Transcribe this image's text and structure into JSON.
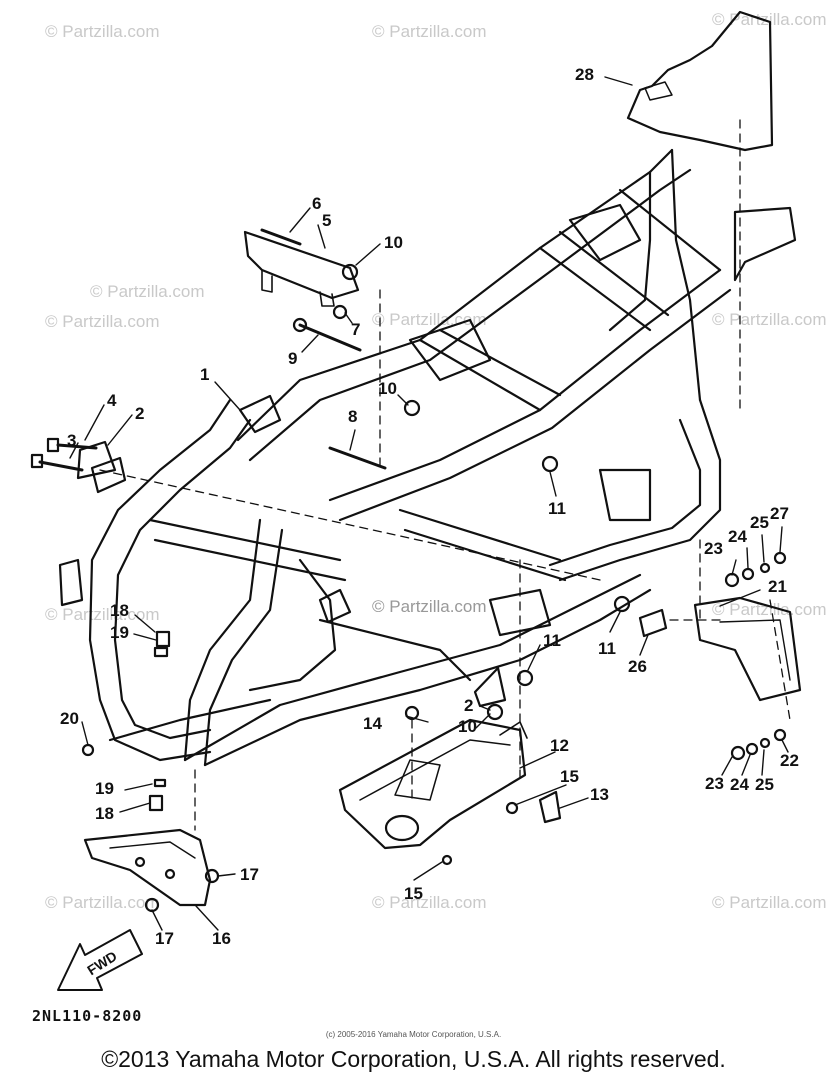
{
  "watermark": "© Partzilla.com",
  "fwd_label": "FWD",
  "drawing_code": "2NL110-8200",
  "small_copyright": "(c) 2005-2016 Yamaha Motor Corporation, U.S.A.",
  "footer_copyright": "©2013 Yamaha Motor Corporation, U.S.A. All rights reserved.",
  "callouts": [
    {
      "id": "c28",
      "label": "28"
    },
    {
      "id": "c6",
      "label": "6"
    },
    {
      "id": "c5",
      "label": "5"
    },
    {
      "id": "c10a",
      "label": "10"
    },
    {
      "id": "c7",
      "label": "7"
    },
    {
      "id": "c9",
      "label": "9"
    },
    {
      "id": "c1",
      "label": "1"
    },
    {
      "id": "c4",
      "label": "4"
    },
    {
      "id": "c2a",
      "label": "2"
    },
    {
      "id": "c3",
      "label": "3"
    },
    {
      "id": "c10b",
      "label": "10"
    },
    {
      "id": "c8",
      "label": "8"
    },
    {
      "id": "c11a",
      "label": "11"
    },
    {
      "id": "c27",
      "label": "27"
    },
    {
      "id": "c25a",
      "label": "25"
    },
    {
      "id": "c24a",
      "label": "24"
    },
    {
      "id": "c23a",
      "label": "23"
    },
    {
      "id": "c21",
      "label": "21"
    },
    {
      "id": "c11b",
      "label": "11"
    },
    {
      "id": "c26",
      "label": "26"
    },
    {
      "id": "c18a",
      "label": "18"
    },
    {
      "id": "c19a",
      "label": "19"
    },
    {
      "id": "c11c",
      "label": "11"
    },
    {
      "id": "c2b",
      "label": "2"
    },
    {
      "id": "c20",
      "label": "20"
    },
    {
      "id": "c14",
      "label": "14"
    },
    {
      "id": "c10c",
      "label": "10"
    },
    {
      "id": "c12",
      "label": "12"
    },
    {
      "id": "c15a",
      "label": "15"
    },
    {
      "id": "c13",
      "label": "13"
    },
    {
      "id": "c19b",
      "label": "19"
    },
    {
      "id": "c18b",
      "label": "18"
    },
    {
      "id": "c17a",
      "label": "17"
    },
    {
      "id": "c15b",
      "label": "15"
    },
    {
      "id": "c17b",
      "label": "17"
    },
    {
      "id": "c16",
      "label": "16"
    },
    {
      "id": "c23b",
      "label": "23"
    },
    {
      "id": "c24b",
      "label": "24"
    },
    {
      "id": "c25b",
      "label": "25"
    },
    {
      "id": "c22",
      "label": "22"
    }
  ]
}
